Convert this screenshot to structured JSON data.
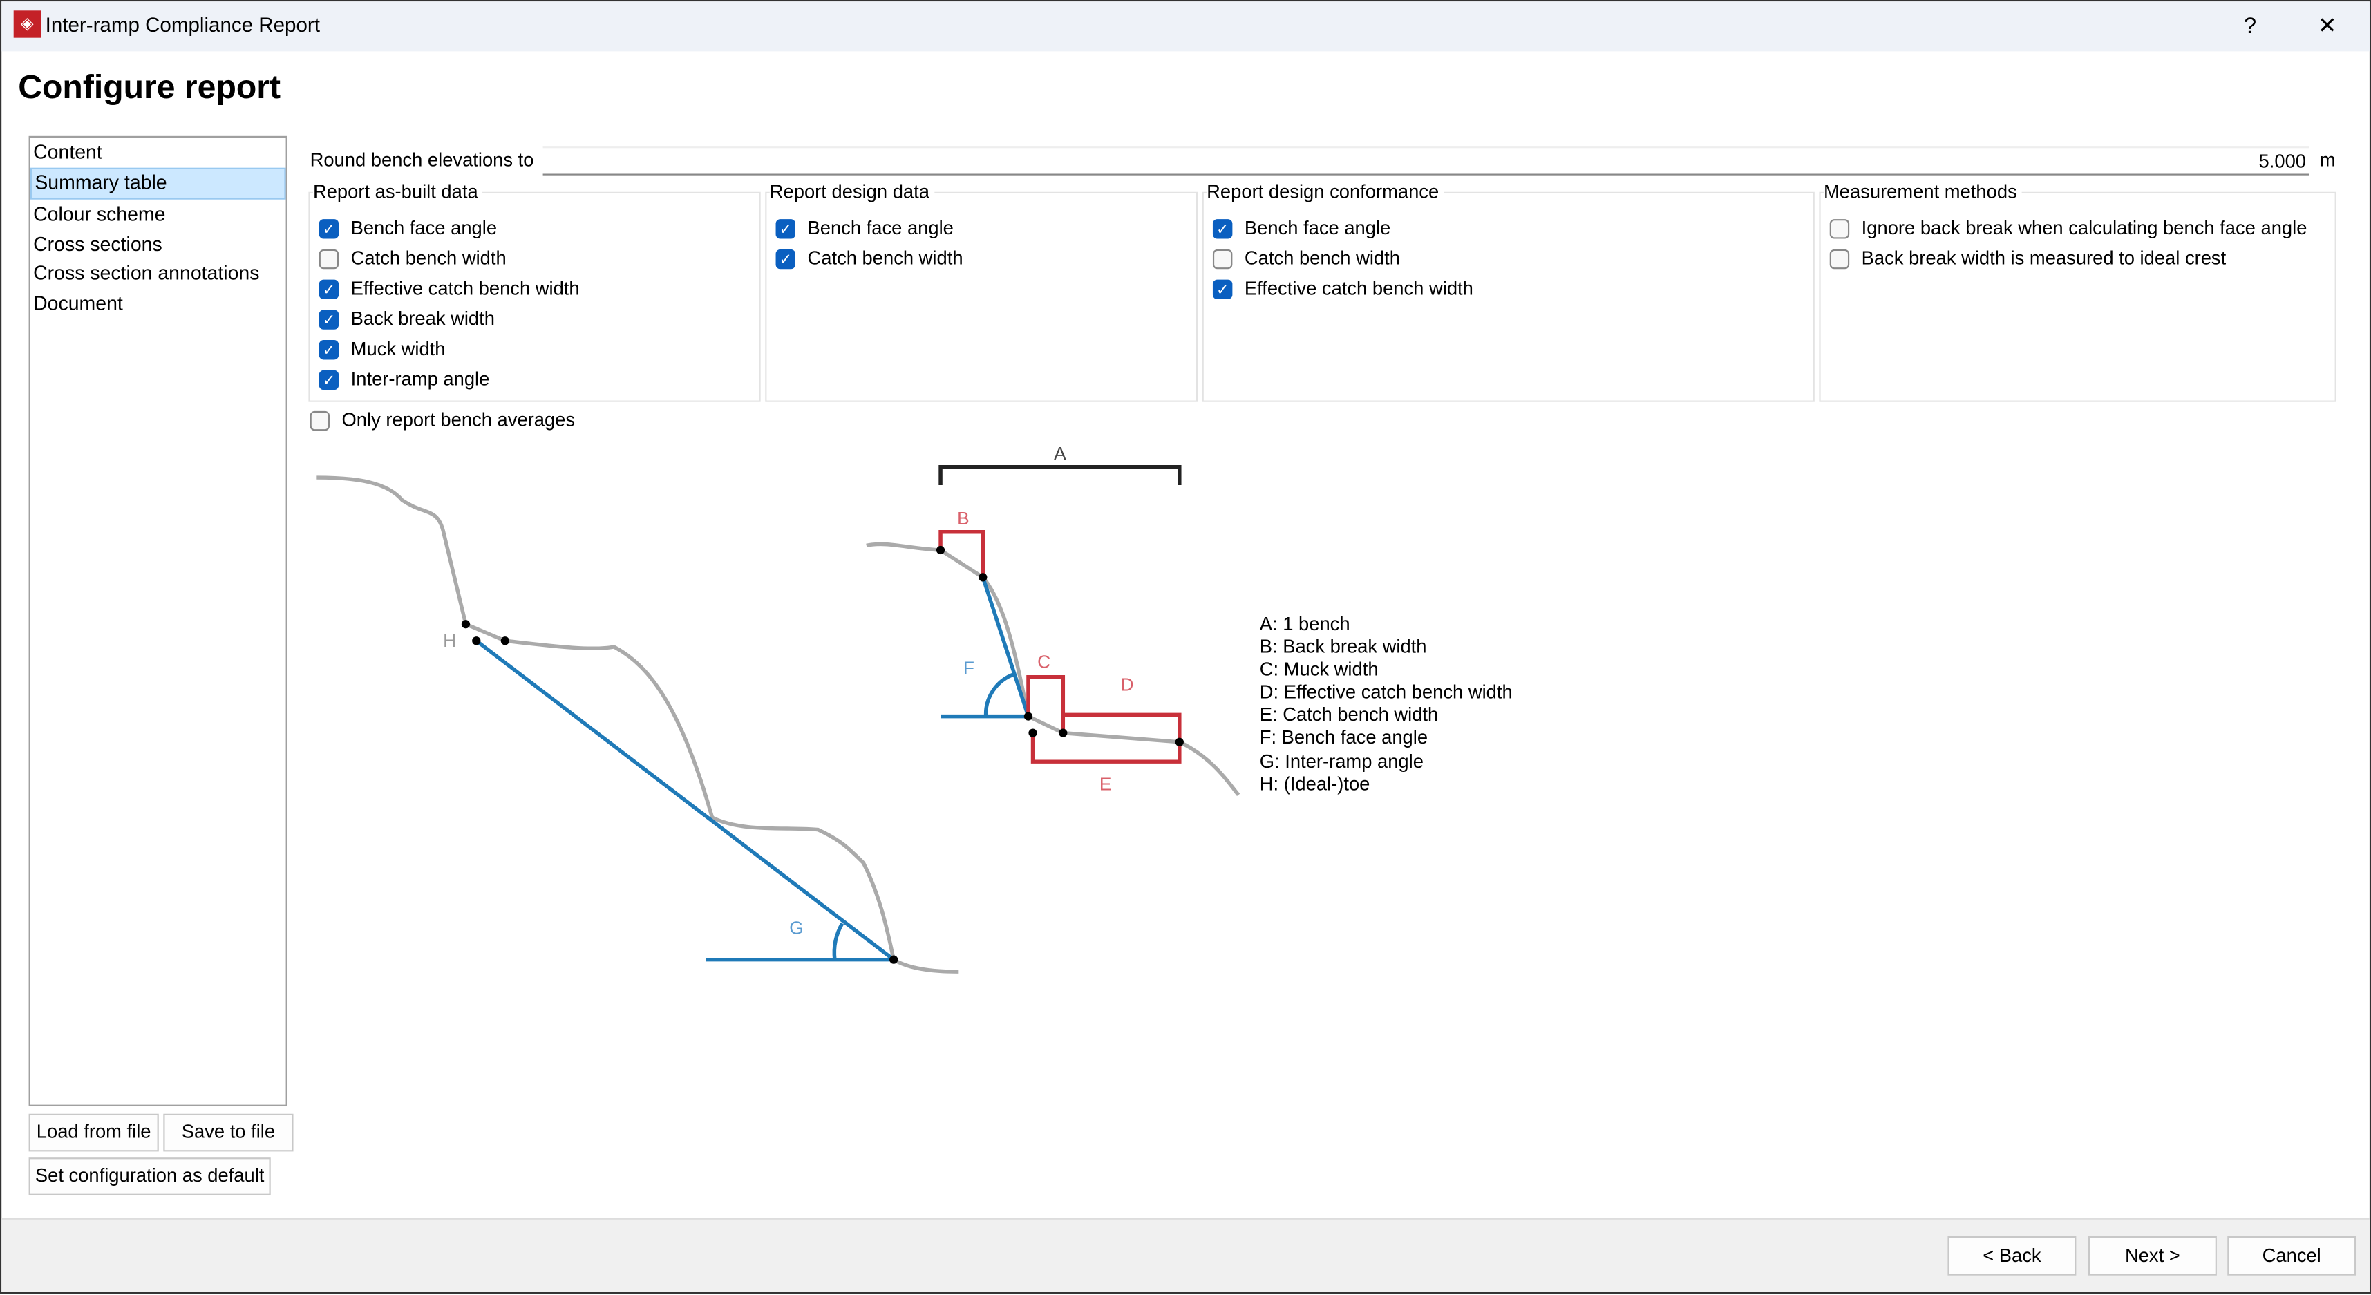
{
  "window": {
    "title": "Inter-ramp Compliance Report",
    "help": "?",
    "close": "✕"
  },
  "heading": "Configure report",
  "nav": [
    "Content",
    "Summary table",
    "Colour scheme",
    "Cross sections",
    "Cross section annotations",
    "Document"
  ],
  "nav_selected": "Summary table",
  "left_buttons": {
    "load": "Load from file",
    "save": "Save to file",
    "default": "Set configuration as default"
  },
  "round": {
    "label": "Round bench elevations to",
    "value": "5.000",
    "unit": "m"
  },
  "groups": [
    {
      "title": "Report as-built data",
      "items": [
        {
          "label": "Bench face angle",
          "checked": true
        },
        {
          "label": "Catch bench width",
          "checked": false
        },
        {
          "label": "Effective catch bench width",
          "checked": true
        },
        {
          "label": "Back break width",
          "checked": true
        },
        {
          "label": "Muck width",
          "checked": true
        },
        {
          "label": "Inter-ramp angle",
          "checked": true
        }
      ]
    },
    {
      "title": "Report design data",
      "items": [
        {
          "label": "Bench face angle",
          "checked": true
        },
        {
          "label": "Catch bench width",
          "checked": true
        }
      ]
    },
    {
      "title": "Report design conformance",
      "items": [
        {
          "label": "Bench face angle",
          "checked": true
        },
        {
          "label": "Catch bench width",
          "checked": false
        },
        {
          "label": "Effective catch bench width",
          "checked": true
        }
      ]
    },
    {
      "title": "Measurement methods",
      "items": [
        {
          "label": "Ignore back break when calculating bench face angle",
          "checked": false
        },
        {
          "label": "Back break width is measured to ideal crest",
          "checked": false
        }
      ]
    }
  ],
  "averages": {
    "label": "Only report bench averages",
    "checked": false
  },
  "diagram": {
    "letters": {
      "A": "A",
      "B": "B",
      "C": "C",
      "D": "D",
      "E": "E",
      "F": "F",
      "G": "G",
      "H": "H"
    },
    "legend": [
      "A: 1 bench",
      "B: Back break width",
      "C: Muck width",
      "D: Effective catch bench width",
      "E: Catch bench width",
      "F: Bench face angle",
      "G: Inter-ramp angle",
      "H: (Ideal-)toe"
    ]
  },
  "footer": {
    "back": "< Back",
    "next": "Next >",
    "cancel": "Cancel"
  },
  "colors": {
    "accent": "#0a5fc0",
    "blue_line": "#1f7ab8",
    "red": "#c8303a",
    "selection": "#cce8ff"
  }
}
